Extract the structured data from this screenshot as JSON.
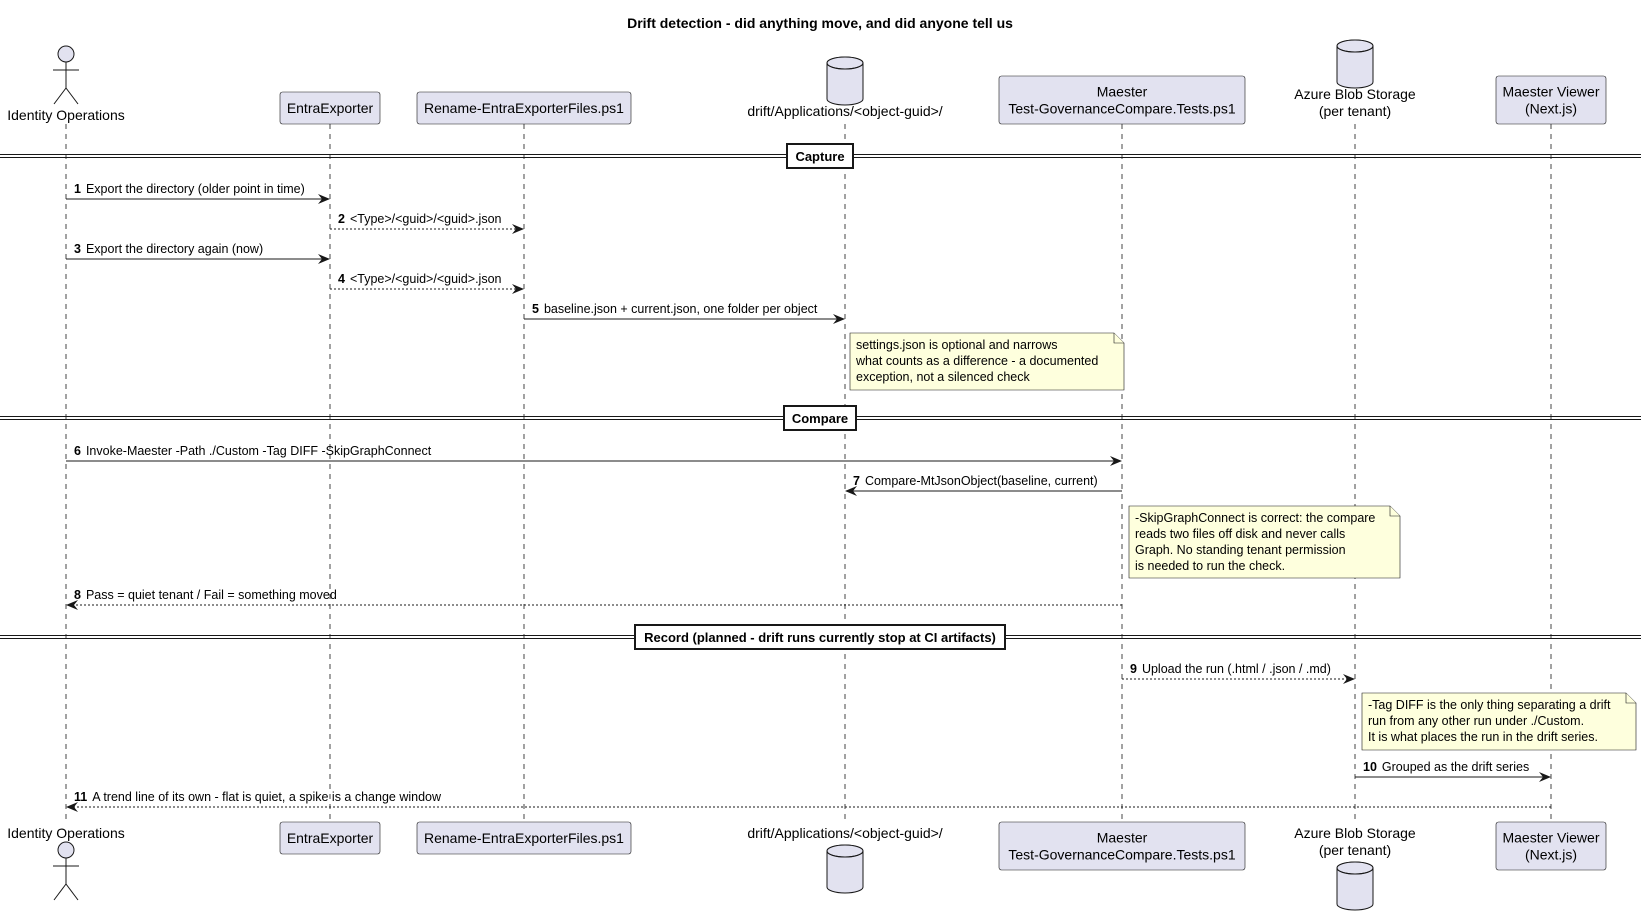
{
  "title": "Drift detection - did anything move, and did anyone tell us",
  "participants": [
    {
      "id": "ops",
      "kind": "actor",
      "lines": [
        "Identity Operations"
      ]
    },
    {
      "id": "exp",
      "kind": "box",
      "lines": [
        "EntraExporter"
      ]
    },
    {
      "id": "ren",
      "kind": "box",
      "lines": [
        "Rename-EntraExporterFiles.ps1"
      ]
    },
    {
      "id": "drift",
      "kind": "database",
      "lines": [
        "drift/Applications/<object-guid>/"
      ]
    },
    {
      "id": "maester",
      "kind": "box",
      "lines": [
        "Maester",
        "Test-GovernanceCompare.Tests.ps1"
      ]
    },
    {
      "id": "blob",
      "kind": "database",
      "lines": [
        "Azure Blob Storage",
        "(per tenant)"
      ]
    },
    {
      "id": "viewer",
      "kind": "box",
      "lines": [
        "Maester Viewer",
        "(Next.js)"
      ]
    }
  ],
  "dividers": [
    {
      "id": "capture",
      "label": "Capture"
    },
    {
      "id": "compare",
      "label": "Compare"
    },
    {
      "id": "record",
      "label": "Record (planned - drift runs currently stop at CI artifacts)"
    }
  ],
  "messages": [
    {
      "n": "1",
      "from": "ops",
      "to": "exp",
      "dashed": false,
      "text": "Export the directory (older point in time)"
    },
    {
      "n": "2",
      "from": "exp",
      "to": "ren",
      "dashed": true,
      "text": "<Type>/<guid>/<guid>.json"
    },
    {
      "n": "3",
      "from": "ops",
      "to": "exp",
      "dashed": false,
      "text": "Export the directory again (now)"
    },
    {
      "n": "4",
      "from": "exp",
      "to": "ren",
      "dashed": true,
      "text": "<Type>/<guid>/<guid>.json"
    },
    {
      "n": "5",
      "from": "ren",
      "to": "drift",
      "dashed": false,
      "text": "baseline.json + current.json, one folder per object"
    },
    {
      "n": "6",
      "from": "ops",
      "to": "maester",
      "dashed": false,
      "text": "Invoke-Maester -Path ./Custom -Tag DIFF -SkipGraphConnect"
    },
    {
      "n": "7",
      "from": "maester",
      "to": "drift",
      "dashed": false,
      "text": "Compare-MtJsonObject(baseline, current)"
    },
    {
      "n": "8",
      "from": "maester",
      "to": "ops",
      "dashed": true,
      "text": "Pass = quiet tenant / Fail = something moved"
    },
    {
      "n": "9",
      "from": "maester",
      "to": "blob",
      "dashed": true,
      "text": "Upload the run (.html / .json / .md)"
    },
    {
      "n": "10",
      "from": "blob",
      "to": "viewer",
      "dashed": false,
      "text": "Grouped as the drift series"
    },
    {
      "n": "11",
      "from": "viewer",
      "to": "ops",
      "dashed": true,
      "text": "A trend line of its own - flat is quiet, a spike is a change window"
    }
  ],
  "notes": [
    {
      "id": "settings",
      "lines": [
        "settings.json is optional and narrows",
        "what counts as a difference - a documented",
        "exception, not a silenced check"
      ]
    },
    {
      "id": "skipgraph",
      "lines": [
        "-SkipGraphConnect is correct: the compare",
        "reads two files off disk and never calls",
        "Graph. No standing tenant permission",
        "is needed to run the check."
      ]
    },
    {
      "id": "tagdiff",
      "lines": [
        "-Tag DIFF is the only thing separating a drift",
        "run from any other run under ./Custom.",
        "It is what places the run in the drift series."
      ]
    }
  ],
  "colors": {
    "participant_fill": "#E2E2F0",
    "participant_stroke": "#181818",
    "note_fill": "#FEFFDD",
    "note_stroke": "#181818",
    "line": "#181818",
    "lifeline": "#181818"
  }
}
